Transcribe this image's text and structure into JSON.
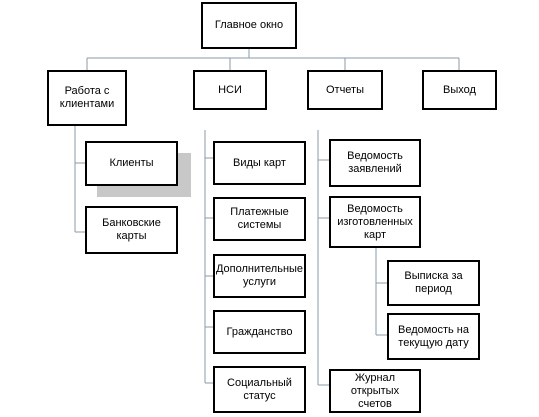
{
  "diagram": {
    "root": "Главное окно",
    "top": {
      "clients": "Работа с клиентами",
      "nsi": "НСИ",
      "reports": "Отчеты",
      "exit": "Выход"
    },
    "clients_children": [
      "Клиенты",
      "Банковские карты"
    ],
    "nsi_children": [
      "Виды карт",
      "Платежные системы",
      "Дополнительные услуги",
      "Гражданство",
      "Социальный статус"
    ],
    "reports_children": [
      "Ведомость заявлений",
      "Ведомость изготовленных карт",
      "Журнал открытых счетов"
    ],
    "cards_report_children": [
      "Выписка за период",
      "Ведомость на текущую дату"
    ]
  },
  "colors": {
    "line": "#8a9aaa",
    "border": "#000000",
    "shadow": "#c8c8c8"
  }
}
